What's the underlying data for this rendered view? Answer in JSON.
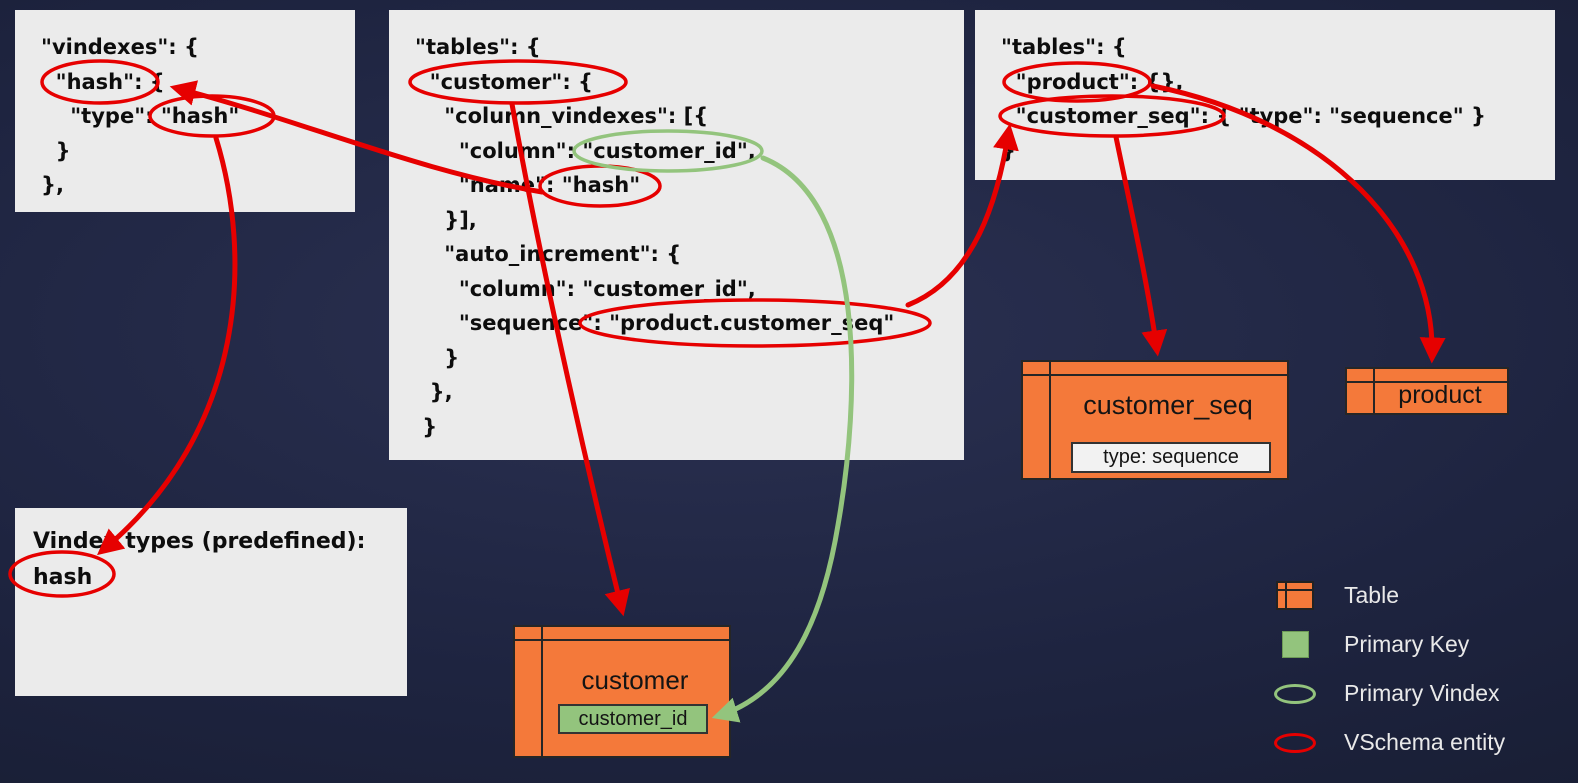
{
  "colors": {
    "background_dark": "#1e2440",
    "panel_bg": "#ebebeb",
    "code_text": "#0d0d0d",
    "table_orange": "#f4793a",
    "primary_key_green": "#93c47d",
    "vschema_red": "#e60000",
    "legend_text": "#e9e9e9"
  },
  "panels": {
    "vindexes": {
      "lines": [
        "\"vindexes\": {",
        "  \"hash\": {",
        "    \"type\": \"hash\"",
        "  }",
        "},"
      ]
    },
    "tables_customer": {
      "lines": [
        "\"tables\": {",
        "  \"customer\": {",
        "    \"column_vindexes\": [{",
        "      \"column\": \"customer_id\",",
        "      \"name\": \"hash\"",
        "    }],",
        "    \"auto_increment\": {",
        "      \"column\": \"customer_id\",",
        "      \"sequence\": \"product.customer_seq\"",
        "    }",
        "  },",
        " }"
      ]
    },
    "tables_product": {
      "lines": [
        "\"tables\": {",
        "  \"product\": {},",
        "  \"customer_seq\": { \"type\": \"sequence\" }",
        "}"
      ]
    },
    "vindex_types": {
      "heading": "Vindex types (predefined):",
      "type_name": "hash"
    }
  },
  "tables": {
    "customer_seq": {
      "title": "customer_seq",
      "field": "type: sequence"
    },
    "product": {
      "title": "product"
    },
    "customer": {
      "title": "customer",
      "field": "customer_id"
    }
  },
  "legend": {
    "items": [
      {
        "label": "Table",
        "icon": "table-icon"
      },
      {
        "label": "Primary Key",
        "icon": "primary-key-icon"
      },
      {
        "label": "Primary Vindex",
        "icon": "primary-vindex-icon"
      },
      {
        "label": "VSchema entity",
        "icon": "vschema-entity-icon"
      }
    ]
  }
}
